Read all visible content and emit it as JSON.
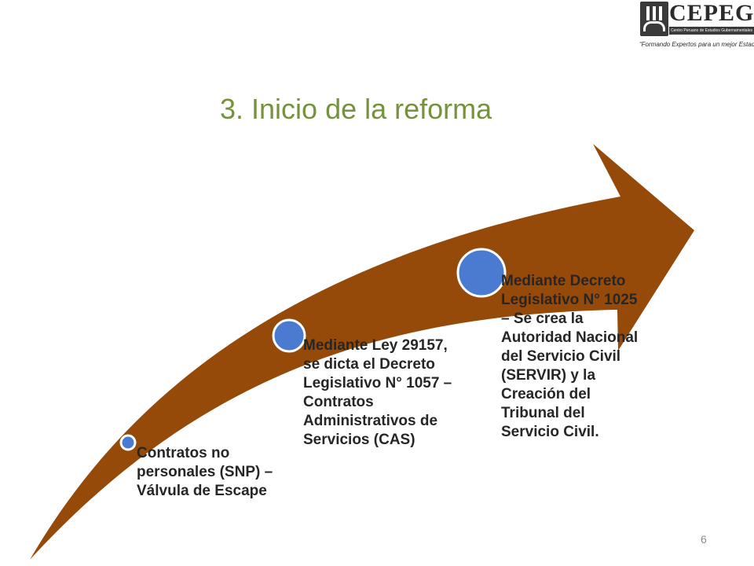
{
  "logo": {
    "name": "CEPEG",
    "subtitle": "Centro Peruano de Estudios Gubernamentales",
    "slogan": "“Formando Expertos para un mejor Estado”"
  },
  "slide": {
    "title": "3. Inicio de la reforma",
    "page_number": "6"
  },
  "colors": {
    "arrow": "#964a09",
    "marker": "#4a7bd0",
    "title": "#76923c"
  },
  "steps": [
    {
      "text": "Contratos no personales (SNP) – Válvula de Escape"
    },
    {
      "text": "Mediante Ley 29157, se dicta el Decreto Legislativo N° 1057 – Contratos Administrativos de Servicios (CAS)"
    },
    {
      "text": "Mediante Decreto Legislativo N° 1025 – Se crea la Autoridad Nacional del Servicio Civil (SERVIR) y la Creación del Tribunal del Servicio Civil."
    }
  ]
}
